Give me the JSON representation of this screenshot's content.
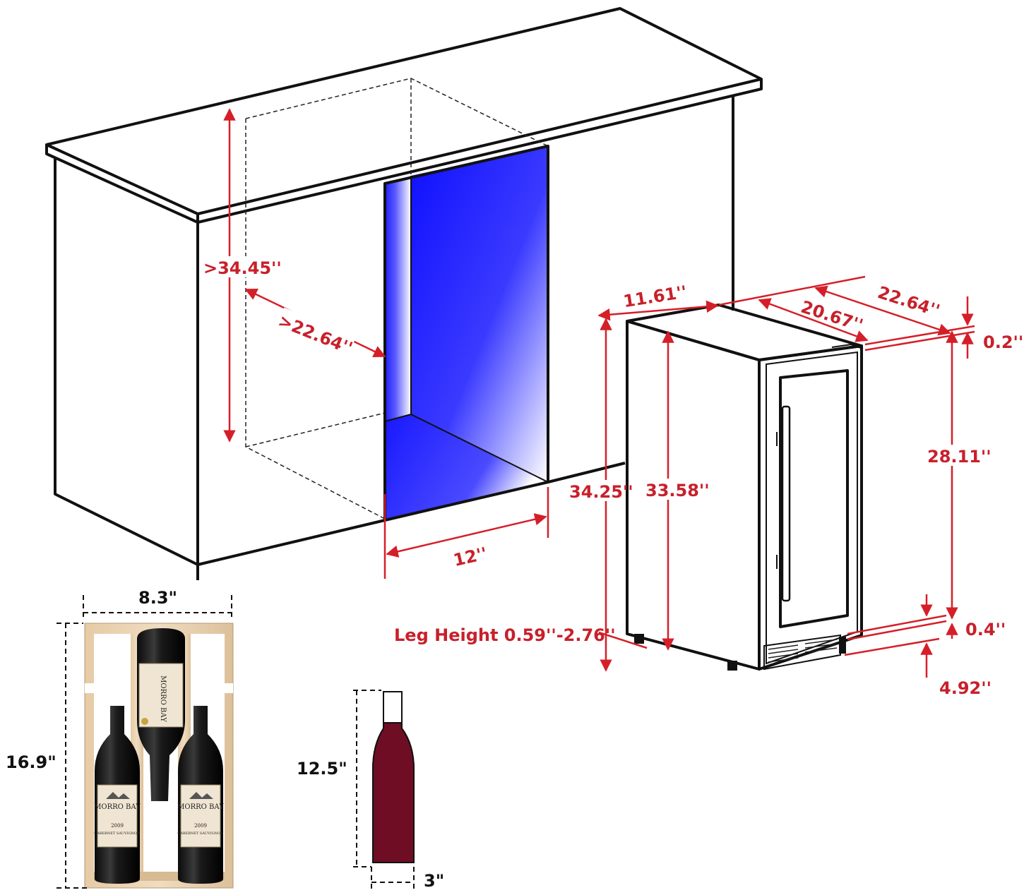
{
  "cabinet": {
    "height": ">34.45''",
    "depth": ">22.64''",
    "width": "12''"
  },
  "cooler": {
    "width": "11.61''",
    "depth_body": "20.67''",
    "depth_total": "22.64''",
    "top_gap": "0.2''",
    "total_height": "34.25''",
    "body_height": "33.58''",
    "door_height": "28.11''",
    "bottom_gap": "0.4''",
    "door_offset": "4.92''",
    "leg_height": "Leg Height 0.59''-2.76''"
  },
  "rack": {
    "width": "8.3\"",
    "height": "16.9\""
  },
  "bottle": {
    "height": "12.5\"",
    "diameter": "3\""
  },
  "brand": {
    "name": "MORRO BAY",
    "wine": "CABERNET SAUVIGNON",
    "year": "2009"
  },
  "colors": {
    "dimension": "#d51f28",
    "glow": "#1a1aff",
    "wine": "#6e0d24",
    "rack_wood": "#e3c9a4"
  }
}
